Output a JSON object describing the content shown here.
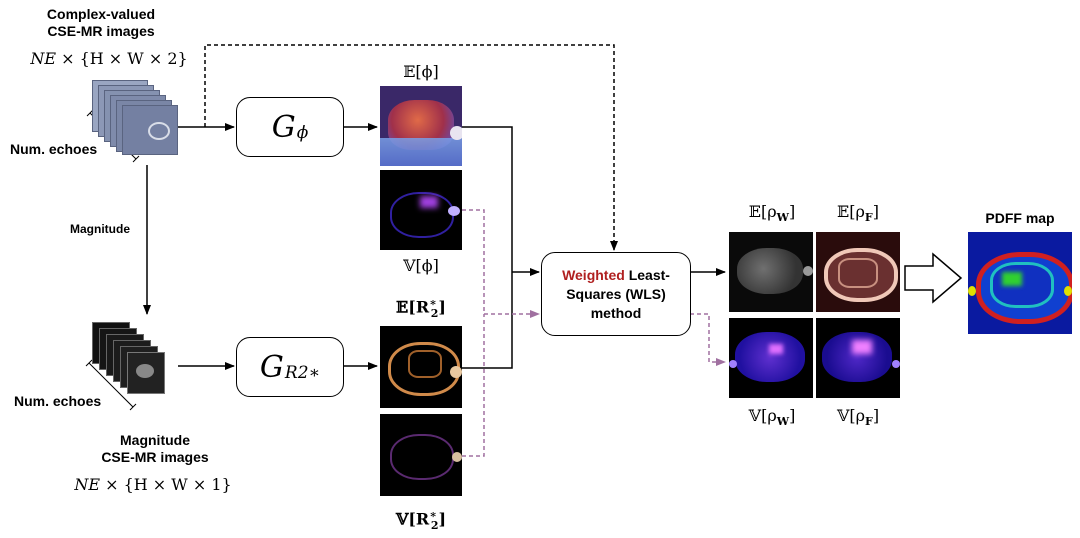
{
  "inputs": {
    "complex": {
      "line1": "Complex-valued",
      "line2": "CSE-MR images",
      "dims_prefix": "NE",
      "dims_set": "{H × W × 2}",
      "echo_axis_label": "Num. echoes"
    },
    "magnitude": {
      "line1": "Magnitude",
      "line2": "CSE-MR images",
      "dims_prefix": "NE",
      "dims_set": "{H × W × 1}",
      "echo_axis_label": "Num. echoes"
    },
    "magnitude_arrow_label": "Magnitude"
  },
  "generators": {
    "phi": {
      "letter": "G",
      "sub": "ϕ"
    },
    "r2": {
      "letter": "G",
      "sub": "R2∗"
    }
  },
  "maps": {
    "e_phi": "𝔼[ϕ]",
    "v_phi": "𝕍[ϕ]",
    "e_r2": "𝔼[R",
    "v_r2": "𝕍[R",
    "r2_sub": "2",
    "r2_sup": "∗",
    "r2_close": "]"
  },
  "wls": {
    "weighted": "Weighted",
    "rest_line1": " Least-",
    "line2": "Squares (WLS)",
    "line3": "method"
  },
  "outputs": {
    "e_rho_w": "𝔼[ρ",
    "e_rho_f": "𝔼[ρ",
    "v_rho_w": "𝕍[ρ",
    "v_rho_f": "𝕍[ρ",
    "w_sub": "W",
    "f_sub": "F",
    "close": "]"
  },
  "pdff": {
    "title": "PDFF map"
  },
  "colors": {
    "dashed_purple": "#a070a0",
    "weighted_red": "#b02020",
    "box_stroke": "#000000"
  }
}
